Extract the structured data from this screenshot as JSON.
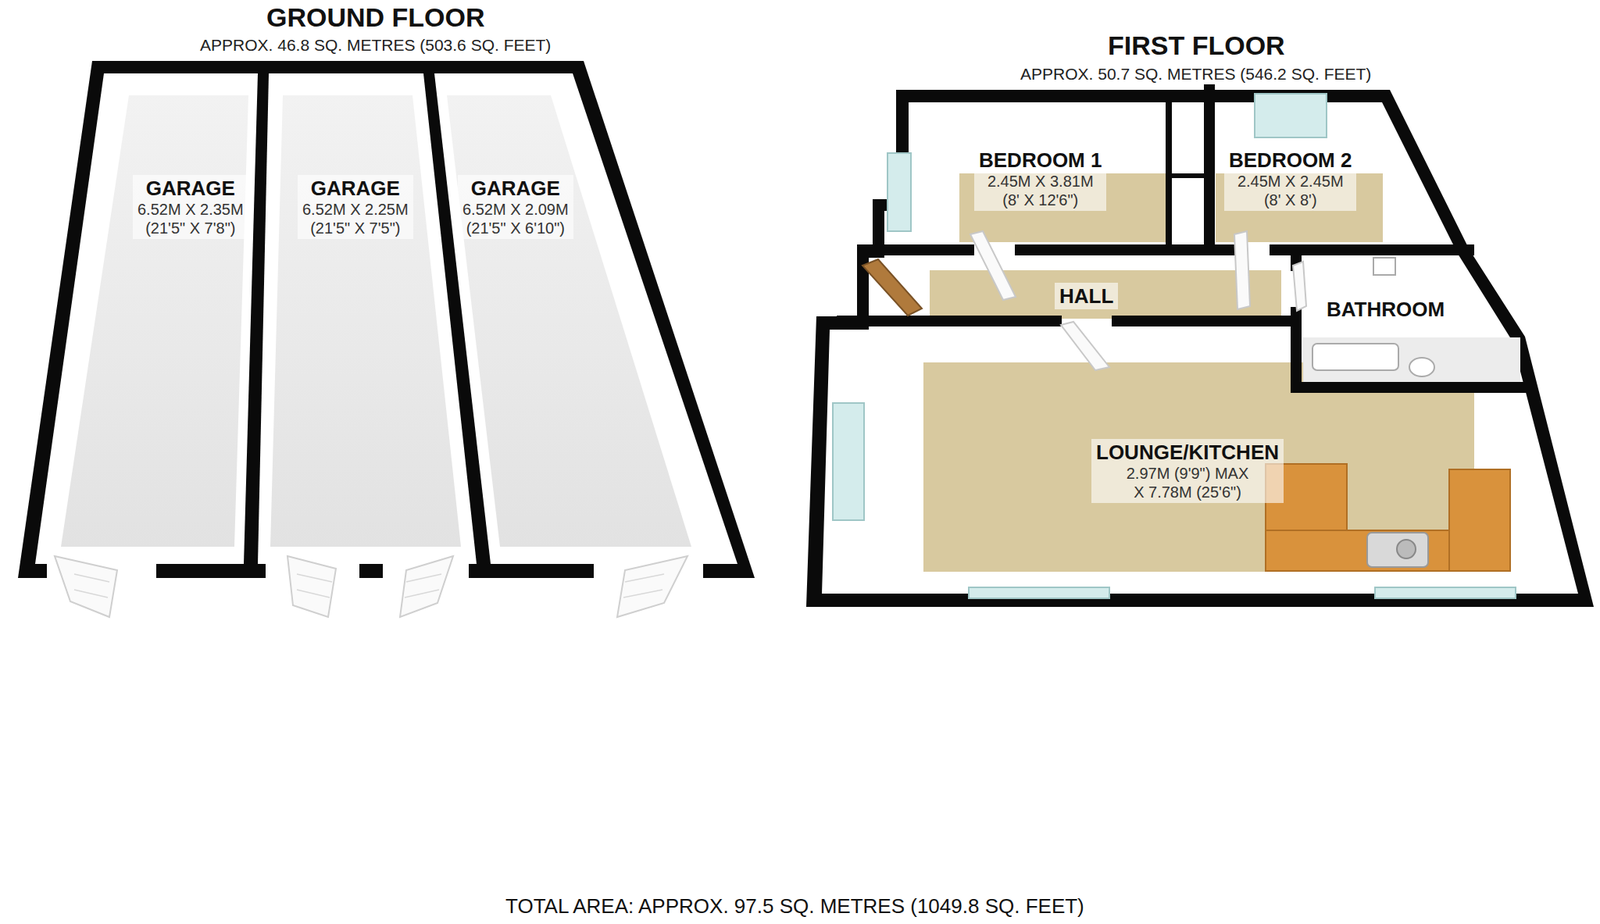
{
  "diagram": {
    "caption": "TOTAL AREA: APPROX. 97.5 SQ. METRES (1049.8 SQ. FEET)",
    "nodes": [
      {
        "text": [
          "GARAGE",
          "6.52M X 2.35M",
          "(21'5\" X 7'8\")"
        ]
      },
      {
        "text": [
          "GARAGE",
          "6.52M X 2.25M",
          "(21'5\" X 7'5\")"
        ]
      },
      {
        "text": [
          "GARAGE",
          "6.52M X 2.09M",
          "(21'5\" X 6'10\")"
        ]
      },
      {
        "text": [
          "BEDROOM 1",
          "2.45M X 3.81M",
          "(8' X 12'6\")"
        ]
      },
      {
        "text": [
          "BEDROOM 2",
          "2.45M X 2.45M",
          "(8' X 8')"
        ]
      },
      {
        "text": [
          "HALL"
        ]
      },
      {
        "text": [
          "BATHROOM"
        ]
      },
      {
        "text": [
          "LOUNGE/KITCHEN",
          "2.97M (9'9\") MAX",
          "X 7.78M (25'6\")"
        ]
      }
    ],
    "labels": [
      "GROUND FLOOR",
      "APPROX. 46.8 SQ. METRES (503.6 SQ. FEET)",
      "FIRST FLOOR",
      "APPROX. 50.7 SQ. METRES (546.2 SQ. FEET)"
    ]
  }
}
